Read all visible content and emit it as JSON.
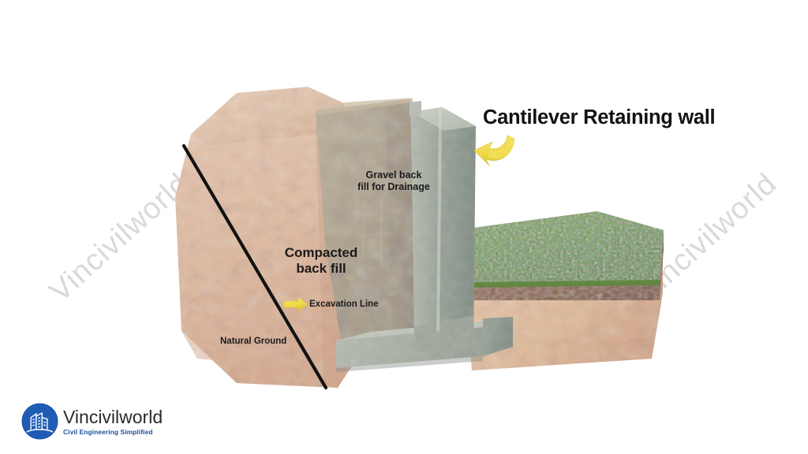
{
  "meta": {
    "figure_type": "3d-cutaway-illustration",
    "subject": "Cantilever Retaining wall"
  },
  "title": {
    "text": "Cantilever Retaining wall"
  },
  "labels": {
    "gravel": "Gravel back\nfill for Drainage",
    "compacted": "Compacted\nback fill",
    "excavation": "Excavation Line",
    "natural_ground": "Natural Ground"
  },
  "annotations": {
    "title_arrow": "curved-arrow-icon",
    "excavation_arrow": "right-arrow-icon",
    "excavation_line": "diagonal-black-line"
  },
  "watermark": {
    "text": "Vincivilworld"
  },
  "logo": {
    "mark": "building-icon",
    "name": "Vincivilworld",
    "tagline": "Civil Engineering Simplified"
  },
  "colors": {
    "soil_top": "#e2c0a8",
    "soil_face": "#e0bda4",
    "soil_face_dark": "#d2a98e",
    "gravel_fill": "#b3a792",
    "gravel_shade": "#9d9382",
    "concrete_front": "#a9b0a6",
    "concrete_side": "#8e9a90",
    "concrete_top": "#c2c7bd",
    "grass": "#6f9a48",
    "grass_dark": "#5d873c",
    "topsoil": "#8d6144",
    "arrow_yellow": "#f2dd55",
    "arrow_yellow_dark": "#e0c93c",
    "line_black": "#121212",
    "text": "#1a1a1a",
    "watermark": "#d9d9d9",
    "logo_blue": "#1f5cb5",
    "logo_tagline": "#1b4f9c",
    "background": "#ffffff"
  }
}
